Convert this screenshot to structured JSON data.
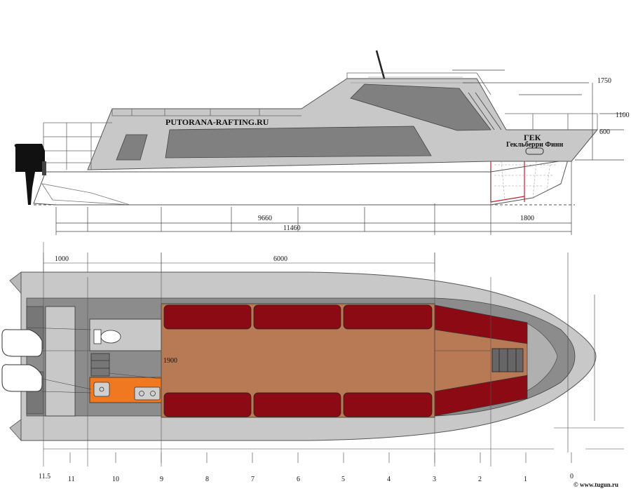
{
  "side_view": {
    "website_label": "PUTORANA-RAFTING.RU",
    "boat_name": "ГЕК",
    "boat_full_name": "Гекльберри Финн",
    "dims": {
      "overall_length": "11460",
      "waterline_length": "9660",
      "bow_section": "1800",
      "height_top": "1750",
      "height_mid": "1100",
      "height_deck": "600"
    }
  },
  "plan_view": {
    "dims": {
      "stern_section": "1000",
      "cabin_length": "6000",
      "beam": "1900"
    },
    "station_labels": [
      "11.5",
      "11",
      "10",
      "9",
      "8",
      "7",
      "6",
      "5",
      "4",
      "3",
      "2",
      "1",
      "0"
    ]
  },
  "watermark": "© www.tugun.ru",
  "colors": {
    "hull_grey": "#c8c8c8",
    "cabin_dark": "#808080",
    "seat_red": "#8b0a14",
    "floor_tan": "#b87a55",
    "galley_orange": "#f07820",
    "motor_black": "#111111"
  }
}
